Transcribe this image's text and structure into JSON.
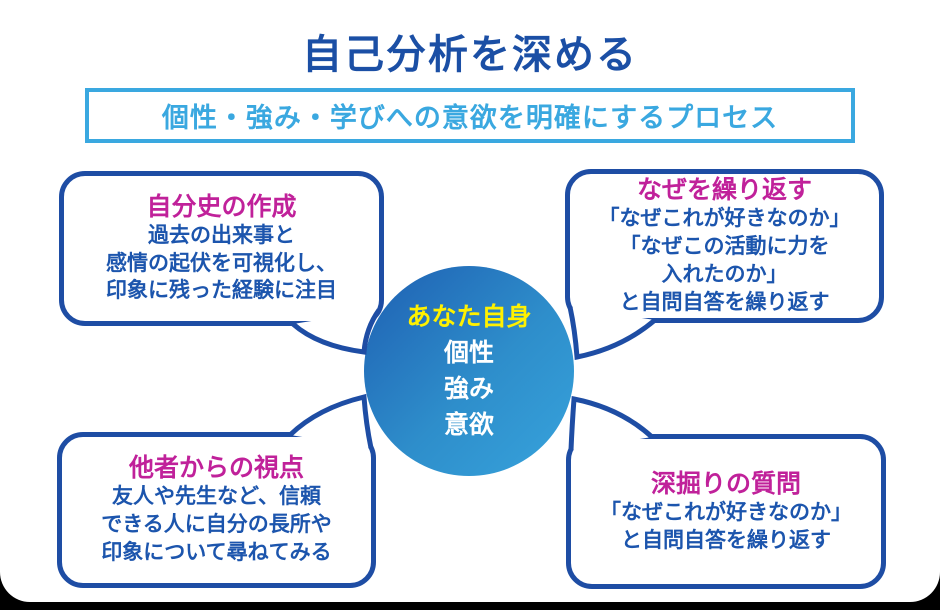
{
  "page": {
    "title": "自己分析を深める",
    "subtitle": "個性・強み・学びへの意欲を明確にするプロセス"
  },
  "bubbles": {
    "top_left": {
      "title": "自分史の作成",
      "body": "過去の出来事と\n感情の起伏を可視化し、\n印象に残った経験に注目"
    },
    "top_right": {
      "title": "なぜを繰り返す",
      "body": "「なぜこれが好きなのか」\n「なぜこの活動に力を\n入れたのか」\nと自問自答を繰り返す"
    },
    "bottom_left": {
      "title": "他者からの視点",
      "body": "友人や先生など、信頼\nできる人に自分の長所や\n印象について尋ねてみる"
    },
    "bottom_right": {
      "title": "深掘りの質問",
      "body": "「なぜこれが好きなのか」\nと自問自答を繰り返す"
    }
  },
  "center_circle": {
    "heading": "あなた自身",
    "items": [
      "個性",
      "強み",
      "意欲"
    ]
  },
  "colors": {
    "title_blue": "#1b4fa5",
    "accent_light_blue": "#3aa8e0",
    "bubble_border_blue": "#1e4da4",
    "bubble_title_magenta": "#c0219a",
    "body_text_blue": "#1c55ad",
    "circle_gradient_start": "#1e5fb2",
    "circle_gradient_end": "#37a3dc",
    "circle_heading_yellow": "#fff100"
  }
}
